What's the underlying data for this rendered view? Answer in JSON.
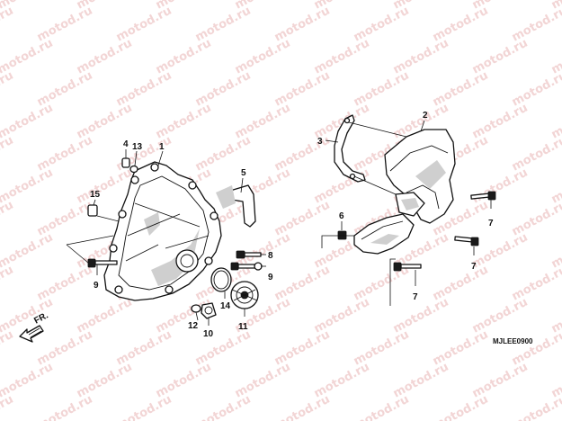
{
  "watermark_text": "motod.ru",
  "callouts": {
    "p1": "1",
    "p2": "2",
    "p3": "3",
    "p4": "4",
    "p5": "5",
    "p6": "6",
    "p7a": "7",
    "p7b": "7",
    "p7c": "7",
    "p8": "8",
    "p9a": "9",
    "p9b": "9",
    "p10": "10",
    "p11": "11",
    "p12": "12",
    "p13": "13",
    "p14": "14",
    "p15": "15"
  },
  "direction_label": "FR.",
  "diagram_code": "MJLEE0900",
  "colors": {
    "line": "#111111",
    "watermark": "#e9b3b3",
    "background": "#ffffff"
  }
}
